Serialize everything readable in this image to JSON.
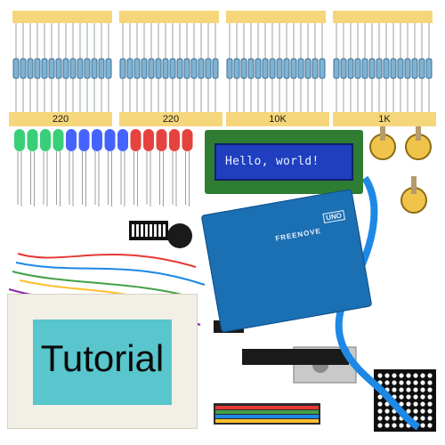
{
  "product_photo": {
    "resistor_labels": [
      "220",
      "220",
      "10K",
      "1K"
    ],
    "lcd_text": "Hello, world!",
    "board_brand": "FREENOVE",
    "board_model": "UNO",
    "overlay_text": "Tutorial"
  }
}
